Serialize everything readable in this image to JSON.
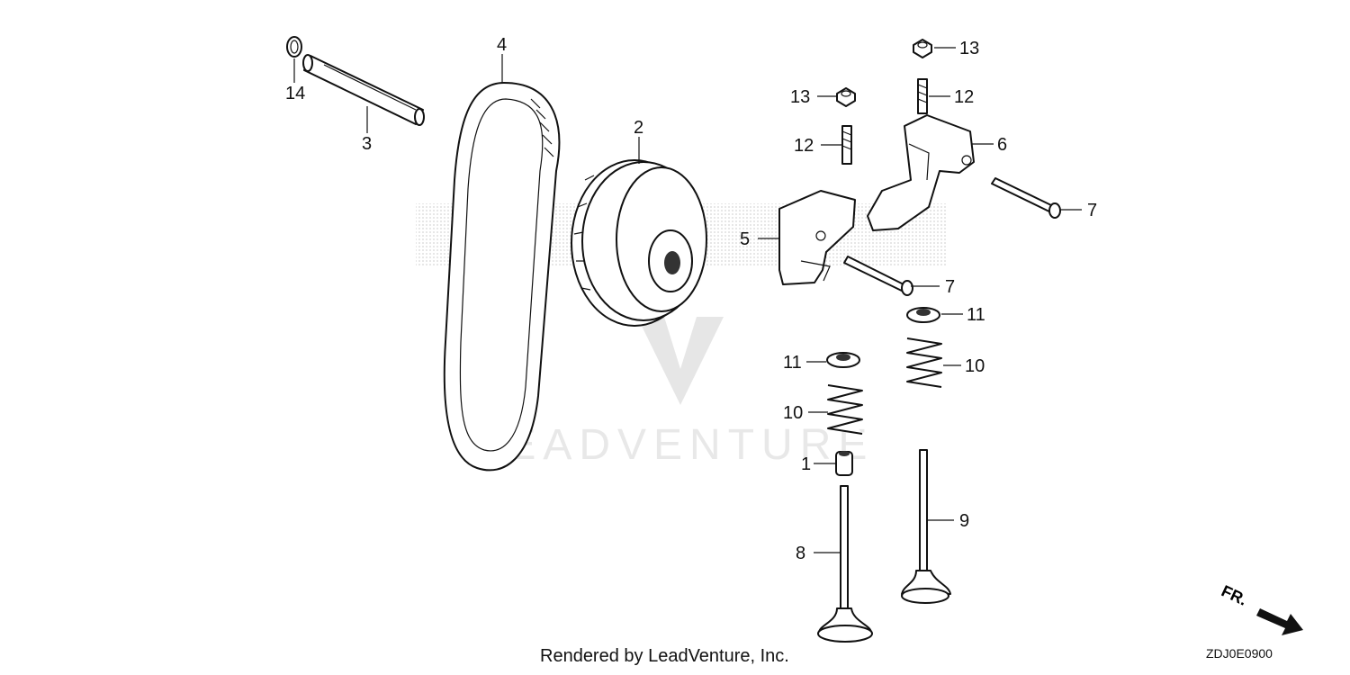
{
  "diagram": {
    "callouts": [
      "14",
      "3",
      "4",
      "2",
      "13",
      "13",
      "12",
      "12",
      "6",
      "7",
      "5",
      "7",
      "11",
      "11",
      "10",
      "10",
      "1",
      "9",
      "8"
    ],
    "watermark": "LEADVENTURE",
    "direction_marker": "FR.",
    "footer_text": "Rendered by LeadVenture, Inc.",
    "diagram_code": "ZDJ0E0900"
  }
}
